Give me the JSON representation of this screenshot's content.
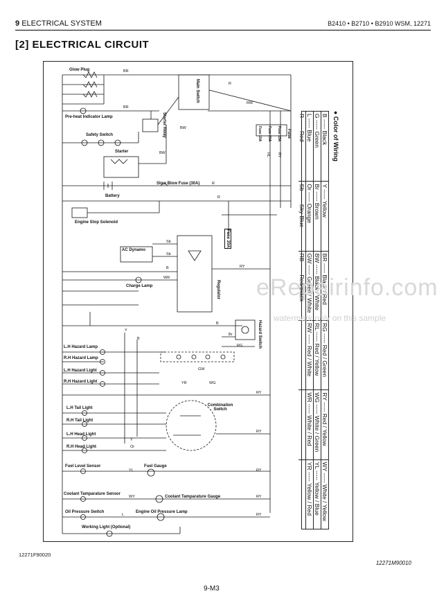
{
  "header": {
    "section_number": "9",
    "section_title": "ELECTRICAL SYSTEM",
    "model_ref": "B2410 • B2710 • B2910 WSM, 12271"
  },
  "title": "[2]  ELECTRICAL  CIRCUIT",
  "components": {
    "glow_plug": "Glow Plug",
    "preheat_lamp": "Pre-heat Indicator Lamp",
    "safety_switch": "Safety Switch",
    "starter": "Starter",
    "battery": "Battery",
    "engine_stop_solenoid": "Engine Stop Solenoid",
    "main_switch": "Main Switch",
    "starter_relay": "Starter Relay",
    "slow_blow_fuse": "Slow Blow Fuse (30A)",
    "fuse_20a": "Fuse 20A",
    "ac_dynamo": "AC Dynamo",
    "regulator": "Regulator",
    "charge_lamp": "Charge Lamp",
    "hazard_switch": "Hazard Switch",
    "lh_hazard_lamp": "L.H Hazard Lamp",
    "rh_hazard_lamp": "R.H Hazard Lamp",
    "lh_hazard_light": "L.H Hazard Light",
    "rh_hazard_light": "R.H Hazard Light",
    "lh_tail_light": "L.H Tail Light",
    "rh_tail_light": "R.H Tail Light",
    "lh_head_light": "L.H Head Light",
    "rh_head_light": "R.H Head Light",
    "combination_switch": "Combination Switch",
    "fuel_level_sensor": "Fuel Level Sensor",
    "fuel_gauge": "Fuel Gauge",
    "coolant_sensor": "Coolant Tamparature Sensor",
    "coolant_gauge": "Coolant Tamparature Gauge",
    "oil_switch": "Oil Pressure Switch",
    "oil_lamp": "Engine Oil Pressure Lamp",
    "working_light": "Working Light (Optional)",
    "fuse_box_label": "Fuse",
    "fuse_15a_1": "Fuse 15A",
    "fuse_20a_2": "Fuse 20A",
    "fuse_15a_2": "Fuse 15A"
  },
  "wire_labels": {
    "br": "BR",
    "rw": "RW",
    "bw": "BW",
    "r": "R",
    "b": "B",
    "sb": "Sb",
    "ry": "RY",
    "wr": "WR",
    "y": "Y",
    "rg": "RG",
    "gw": "GW",
    "wg": "WG",
    "yr": "YR",
    "or": "Or",
    "yl": "YL",
    "wy": "WY",
    "l": "L",
    "rl": "RL",
    "br2": "Br"
  },
  "color_table": {
    "title": "● Color of Wiring",
    "columns": [
      [
        "B ----- Black",
        "G ----- Green",
        "L ----- Blue",
        "R ----- Red"
      ],
      [
        "Y ----- Yellow",
        "Br ----- Brown",
        "Or ----- Orange",
        "Sb ----- Sky Blue"
      ],
      [
        "BR ----- Black / Red",
        "BW ----- Black / White",
        "GW ----- Green / White",
        "RB ----- Red/Black"
      ],
      [
        "RG ----- Red / Green",
        "RL ----- Red / Yellow",
        "RW ----- Red / White",
        ""
      ],
      [
        "RY ----- Red / Yellow",
        "WG ----- White / Green",
        "WR ----- White / Red",
        ""
      ],
      [
        "WY ----- White / Yellow",
        "YL ----- Yellow / Blue",
        "YR ----- Yellow / Red",
        ""
      ]
    ]
  },
  "watermark": {
    "big": "eRepairinfo.com",
    "small": "watermark only on this sample"
  },
  "figure_ids": {
    "left": "12271F90020",
    "right": "12271M90010"
  },
  "page_number": "9-M3"
}
